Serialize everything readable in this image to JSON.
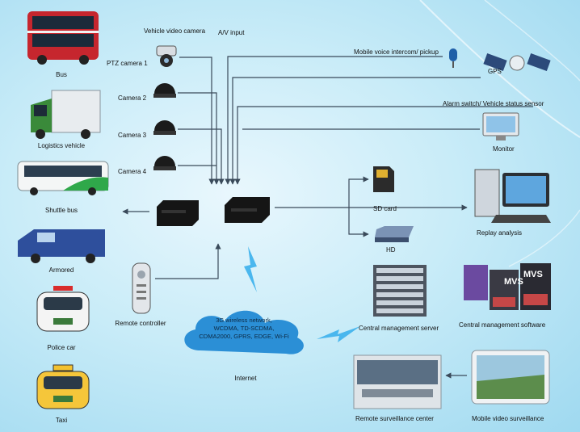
{
  "vehicles": {
    "bus": "Bus",
    "logistics": "Logistics vehicle",
    "shuttle": "Shuttle bus",
    "armored": "Armored",
    "police": "Police car",
    "taxi": "Taxi"
  },
  "inputs": {
    "vehicle_video_camera": "Vehicle video camera",
    "av_input": "A/V input",
    "ptz": "PTZ camera 1",
    "cam2": "Camera 2",
    "cam3": "Camera 3",
    "cam4": "Camera 4"
  },
  "right_lines": {
    "voice": "Mobile voice intercom/ pickup",
    "gps": "GPS",
    "alarm": "Alarm switch/ Vehicle status sensor",
    "monitor": "Monitor"
  },
  "storage": {
    "sd": "SD card",
    "hd": "HD",
    "replay": "Replay analysis"
  },
  "bottom": {
    "remote_controller": "Remote controller",
    "cloud_lines": [
      "3G wireless network,",
      "WCDMA, TD-SCDMA,",
      "CDMA2000, GPRS, EDGE, Wi-Fi"
    ],
    "internet": "Internet",
    "central_server": "Central management server",
    "central_software": "Central management software",
    "remote_center": "Remote surveillance center",
    "mobile_surveillance": "Mobile video surveillance",
    "mvs_badge": "MVS"
  },
  "colors": {
    "wire": "#3a4a5a",
    "cloud": "#2b8fd6",
    "bolt": "#4ab7ee"
  }
}
